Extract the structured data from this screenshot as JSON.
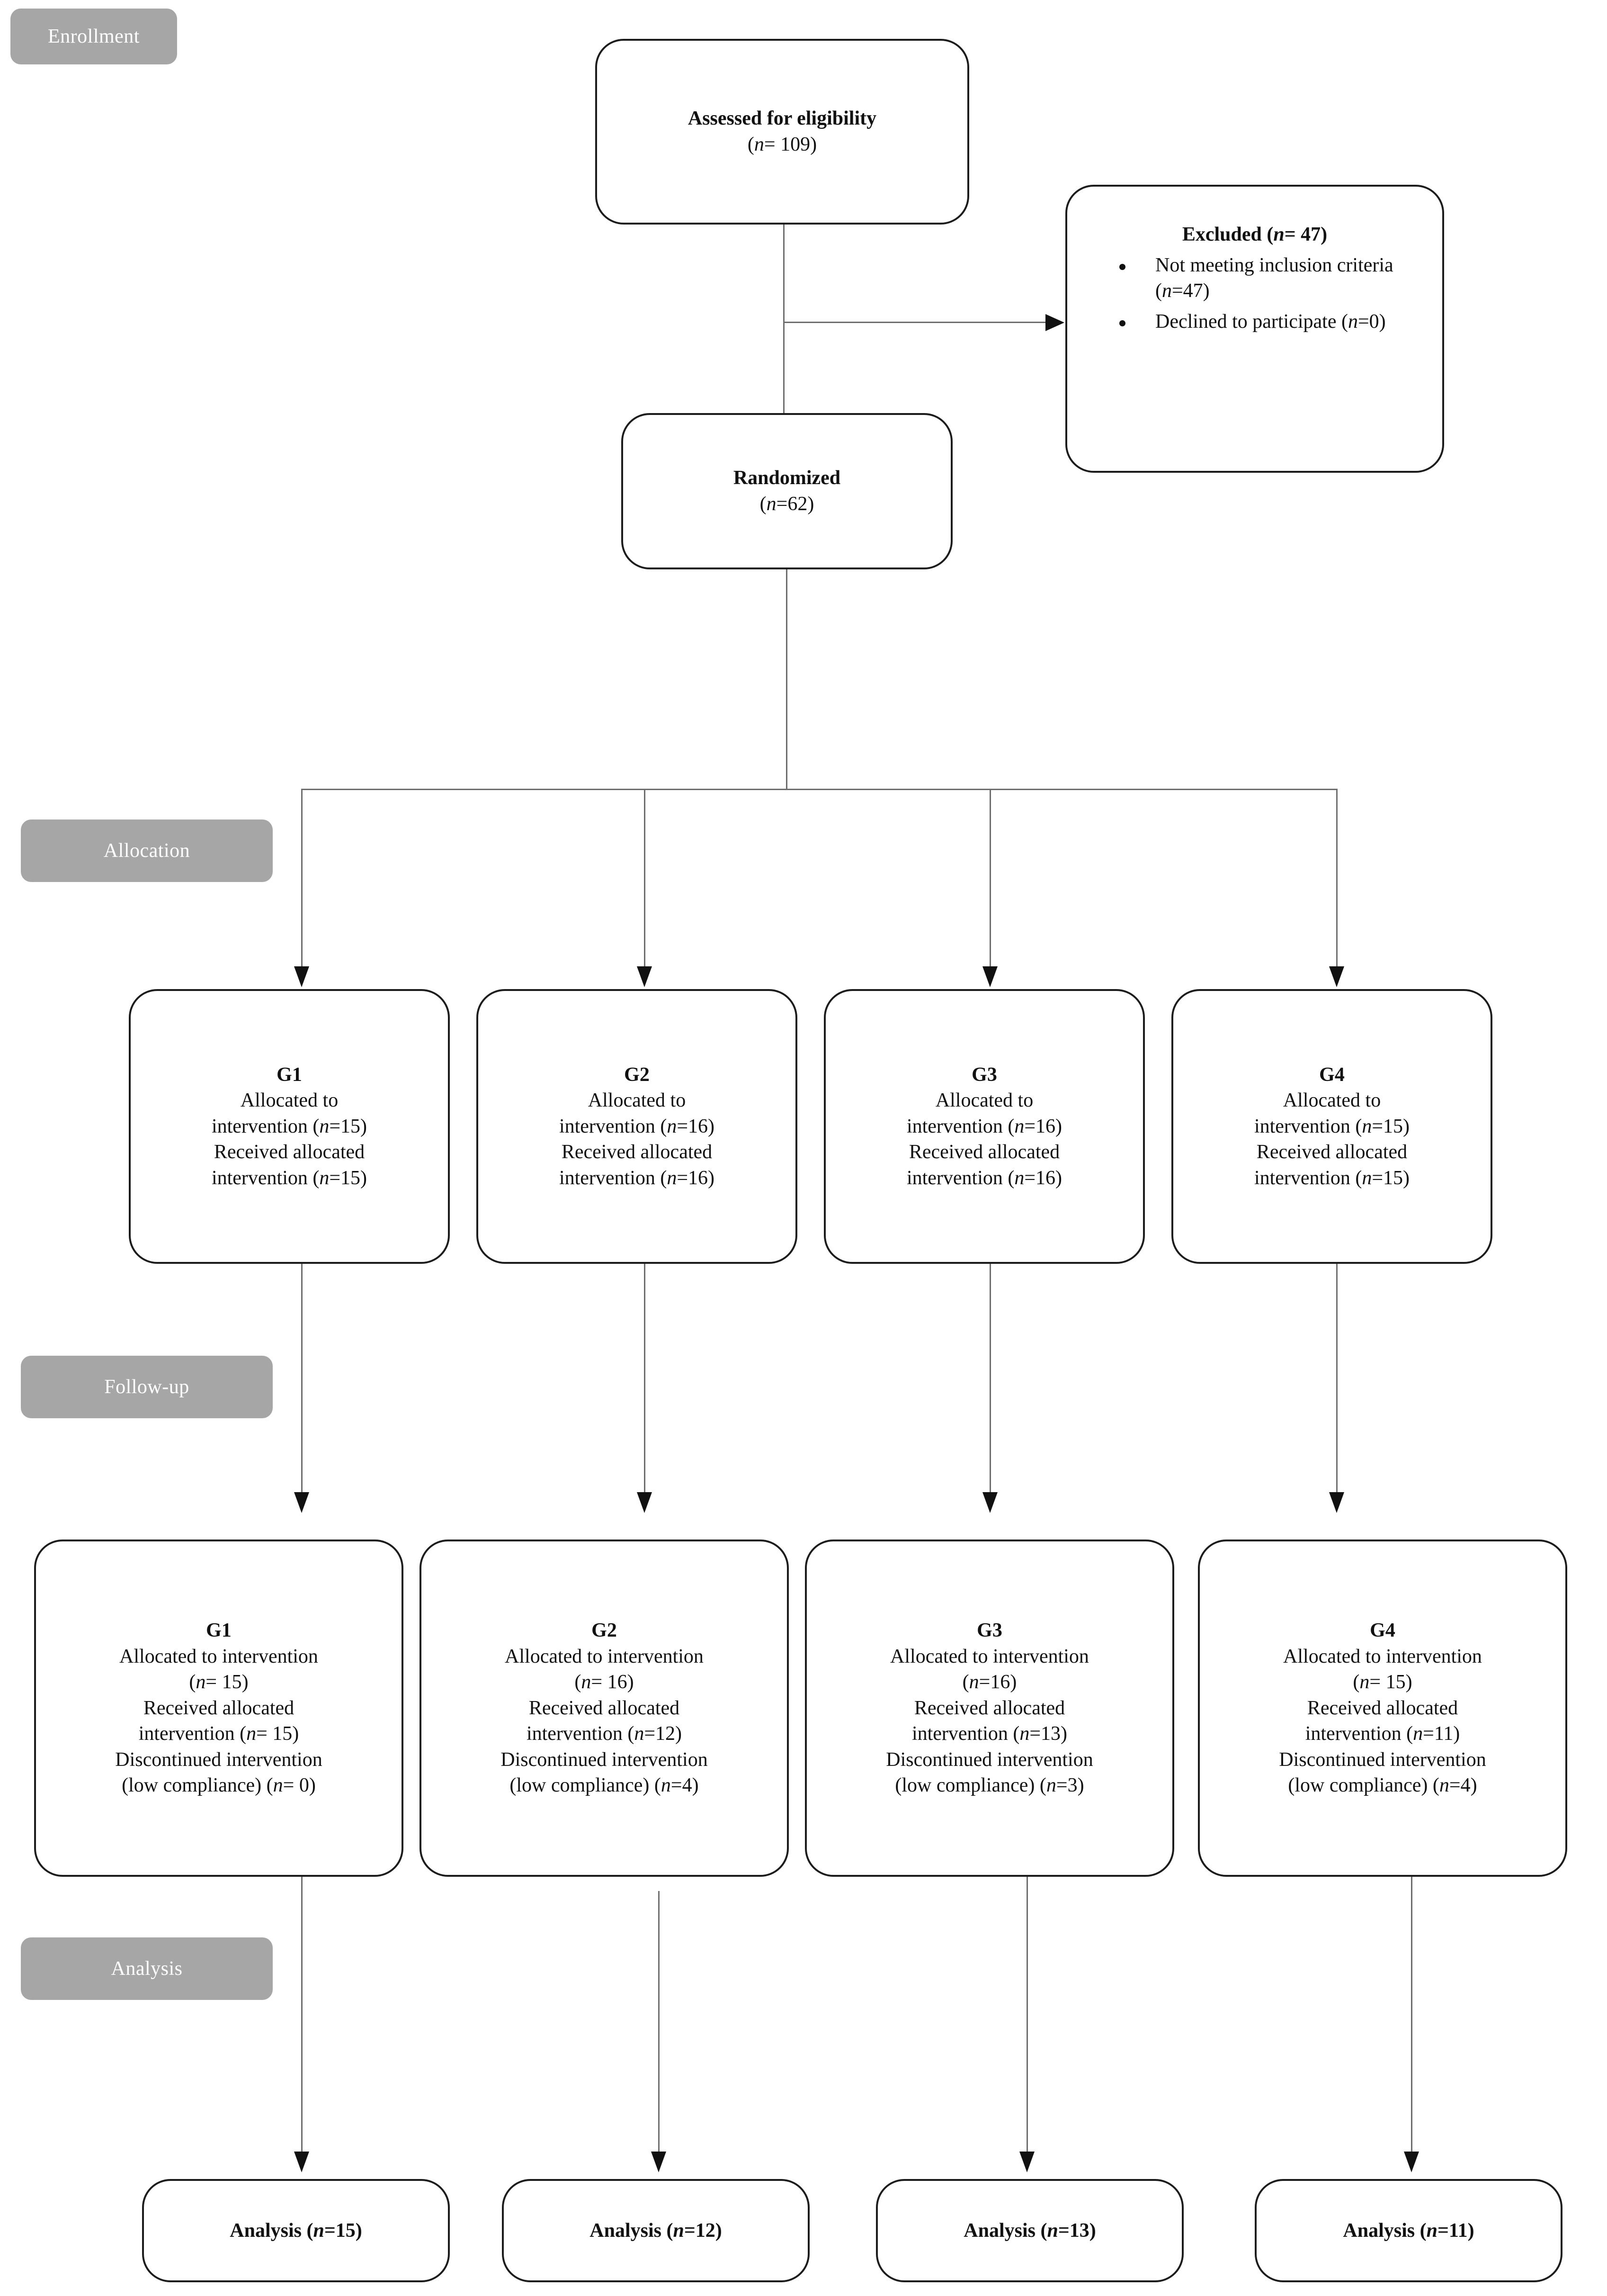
{
  "diagram": {
    "type": "consort-flow-diagram",
    "stage_label_color": "#a6a6a6",
    "stage_label_text_color": "#ffffff",
    "box_border_color": "#1c1c1c",
    "connector_color": "#6e6e6e",
    "background_color": "#ffffff"
  },
  "stages": {
    "enrollment": "Enrollment",
    "allocation": "Allocation",
    "followup": "Follow-up",
    "analysis": "Analysis"
  },
  "enrollment": {
    "eligibility": {
      "title": "Assessed for eligibility",
      "count_line": "(n= 109)",
      "n": 109
    },
    "excluded": {
      "header_prefix": "Excluded (",
      "header_n": "n",
      "header_suffix": "= 47)",
      "n": 47,
      "reasons": [
        {
          "text": "Not meeting inclusion criteria (",
          "n_label": "n",
          "tail": "=47)",
          "n": 47
        },
        {
          "text": "Declined to participate (",
          "n_label": "n",
          "tail": "=0)",
          "n": 0
        }
      ]
    },
    "randomized": {
      "title": "Randomized",
      "count_line": "(n=62)",
      "n": 62
    }
  },
  "allocation": [
    {
      "group": "G1",
      "line1": "Allocated to",
      "line2_prefix": "intervention (",
      "line2_n": "n",
      "line2_tail": "=15)",
      "line3": "Received allocated",
      "line4_prefix": "intervention (",
      "line4_n": "n",
      "line4_tail": "=15)",
      "allocated_n": 15,
      "received_n": 15
    },
    {
      "group": "G2",
      "line1": "Allocated to",
      "line2_prefix": "intervention (",
      "line2_n": "n",
      "line2_tail": "=16)",
      "line3": "Received allocated",
      "line4_prefix": "intervention (",
      "line4_n": "n",
      "line4_tail": "=16)",
      "allocated_n": 16,
      "received_n": 16
    },
    {
      "group": "G3",
      "line1": "Allocated to",
      "line2_prefix": "intervention (",
      "line2_n": "n",
      "line2_tail": "=16)",
      "line3": "Received allocated",
      "line4_prefix": "intervention (",
      "line4_n": "n",
      "line4_tail": "=16)",
      "allocated_n": 16,
      "received_n": 16
    },
    {
      "group": "G4",
      "line1": "Allocated to",
      "line2_prefix": "intervention (",
      "line2_n": "n",
      "line2_tail": "=15)",
      "line3": "Received allocated",
      "line4_prefix": "intervention (",
      "line4_n": "n",
      "line4_tail": "=15)",
      "allocated_n": 15,
      "received_n": 15
    }
  ],
  "followup": [
    {
      "group": "G1",
      "line1": "Allocated to intervention",
      "line2_prefix": "(",
      "line2_n": "n",
      "line2_tail": "= 15)",
      "line3": "Received allocated",
      "line4_prefix": "intervention (",
      "line4_n": "n",
      "line4_tail": "= 15)",
      "line5": "Discontinued intervention",
      "line6_prefix": "(low compliance) (",
      "line6_n": "n",
      "line6_tail": "= 0)",
      "allocated_n": 15,
      "received_n": 15,
      "discontinued_n": 0
    },
    {
      "group": "G2",
      "line1": "Allocated to intervention",
      "line2_prefix": "(",
      "line2_n": "n",
      "line2_tail": "= 16)",
      "line3": "Received allocated",
      "line4_prefix": "intervention (",
      "line4_n": "n",
      "line4_tail": "=12)",
      "line5": "Discontinued intervention",
      "line6_prefix": "(low compliance) (",
      "line6_n": "n",
      "line6_tail": "=4)",
      "allocated_n": 16,
      "received_n": 12,
      "discontinued_n": 4
    },
    {
      "group": "G3",
      "line1": "Allocated to intervention",
      "line2_prefix": "(",
      "line2_n": "n",
      "line2_tail": "=16)",
      "line3": "Received allocated",
      "line4_prefix": "intervention (",
      "line4_n": "n",
      "line4_tail": "=13)",
      "line5": "Discontinued intervention",
      "line6_prefix": "(low compliance) (",
      "line6_n": "n",
      "line6_tail": "=3)",
      "allocated_n": 16,
      "received_n": 13,
      "discontinued_n": 3
    },
    {
      "group": "G4",
      "line1": "Allocated to intervention",
      "line2_prefix": "(",
      "line2_n": "n",
      "line2_tail": "= 15)",
      "line3": "Received allocated",
      "line4_prefix": "intervention (",
      "line4_n": "n",
      "line4_tail": "=11)",
      "line5": "Discontinued intervention",
      "line6_prefix": "(low compliance) (",
      "line6_n": "n",
      "line6_tail": "=4)",
      "allocated_n": 15,
      "received_n": 11,
      "discontinued_n": 4
    }
  ],
  "analysis": [
    {
      "label": "Analysis (",
      "n_label": "n",
      "tail": "=15)",
      "n": 15
    },
    {
      "label": "Analysis (",
      "n_label": "n",
      "tail": "=12)",
      "n": 12
    },
    {
      "label": "Analysis (",
      "n_label": "n",
      "tail": "=13)",
      "n": 13
    },
    {
      "label": "Analysis (",
      "n_label": "n",
      "tail": "=11)",
      "n": 11
    }
  ]
}
